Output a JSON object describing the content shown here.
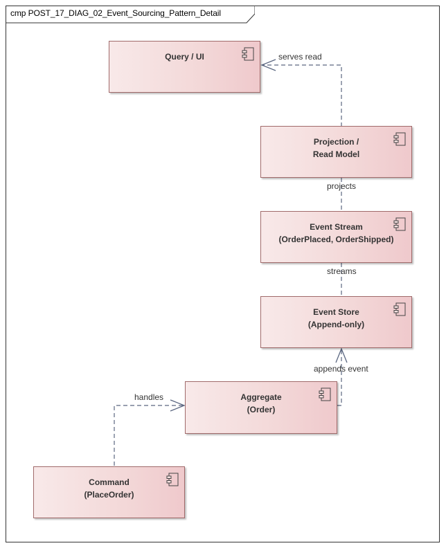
{
  "frame": {
    "title": "cmp POST_17_DIAG_02_Event_Sourcing_Pattern_Detail"
  },
  "components": {
    "query_ui": {
      "line1": "Query / UI",
      "line2": ""
    },
    "projection": {
      "line1": "Projection /",
      "line2": "Read Model"
    },
    "event_stream": {
      "line1": "Event Stream",
      "line2": "(OrderPlaced, OrderShipped)"
    },
    "event_store": {
      "line1": "Event Store",
      "line2": "(Append-only)"
    },
    "aggregate": {
      "line1": "Aggregate",
      "line2": "(Order)"
    },
    "command": {
      "line1": "Command",
      "line2": "(PlaceOrder)"
    }
  },
  "connectors": {
    "serves_read": "serves read",
    "projects": "projects",
    "streams": "streams",
    "appends_event": "appends event",
    "handles": "handles"
  },
  "colors": {
    "component_fill_light": "#f8e9e9",
    "component_fill_dark": "#efc9cc",
    "component_border": "#a06a6a",
    "connector": "#5a6680"
  },
  "icon": "uml-component-icon"
}
